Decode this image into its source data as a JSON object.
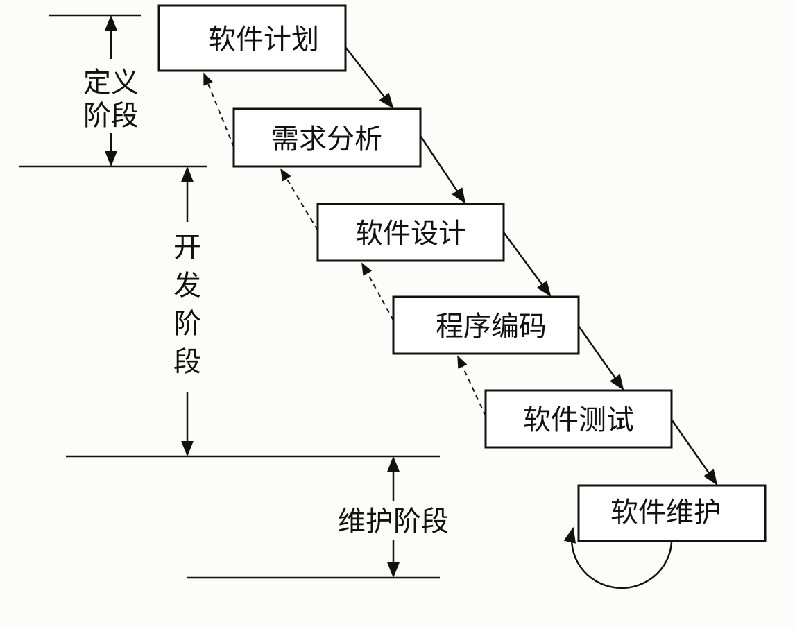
{
  "phases": [
    {
      "label": "软件计划"
    },
    {
      "label": "需求分析"
    },
    {
      "label": "软件设计"
    },
    {
      "label": "程序编码"
    },
    {
      "label": "软件测试"
    },
    {
      "label": "软件维护"
    }
  ],
  "stages": {
    "definition": [
      "定义",
      "阶段"
    ],
    "development": [
      "开",
      "发",
      "阶",
      "段"
    ],
    "maintenance": "维护阶段"
  }
}
